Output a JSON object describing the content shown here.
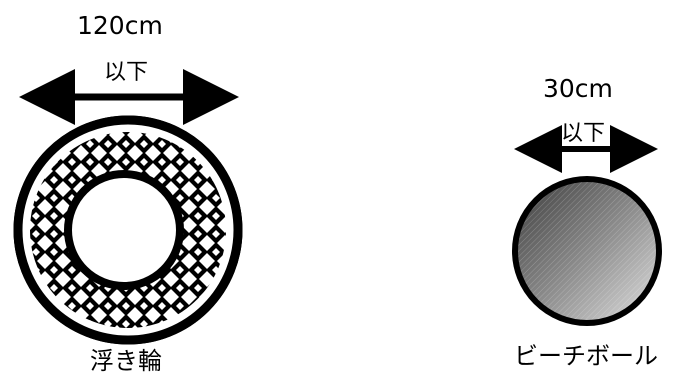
{
  "float_ring": {
    "size": "120cm",
    "limit": "以下",
    "name": "浮き輪",
    "pattern_colors": [
      "#000000",
      "#ffffff"
    ]
  },
  "beach_ball": {
    "size": "30cm",
    "limit": "以下",
    "name": "ビーチボール",
    "gradient_colors": [
      "#5a5a5a",
      "#d9d9d9"
    ]
  }
}
